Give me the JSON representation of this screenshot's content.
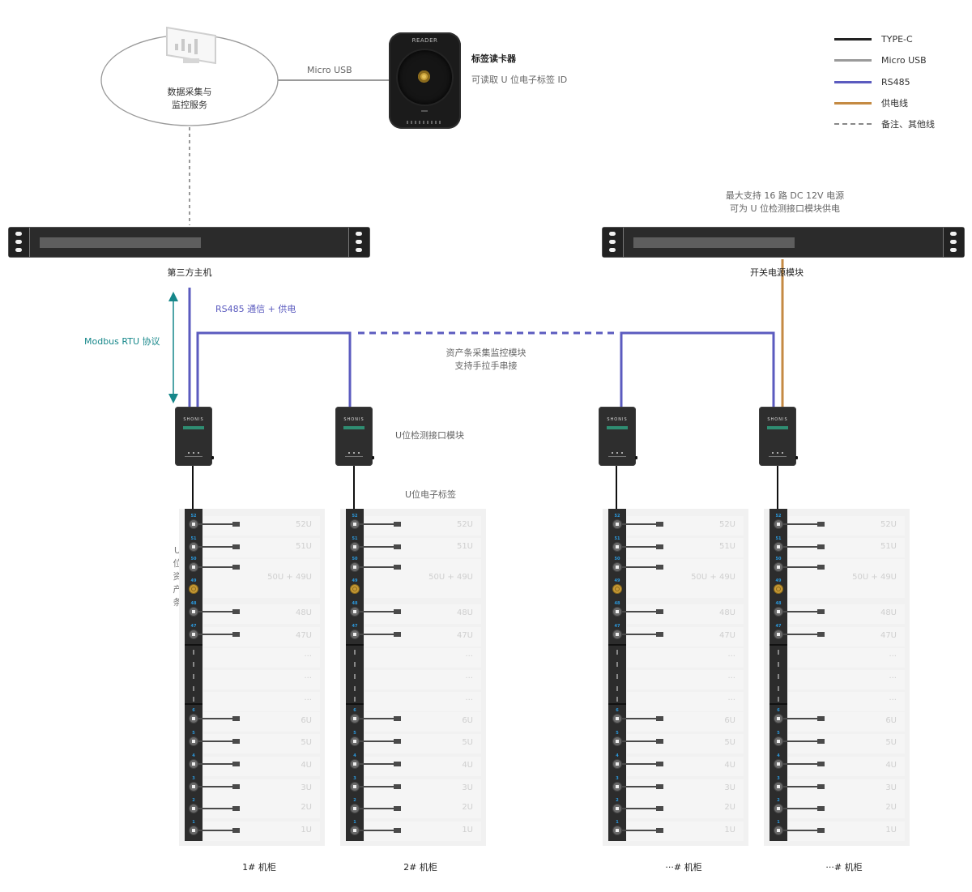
{
  "legend": [
    {
      "label": "TYPE-C",
      "color": "#222222",
      "style": "solid"
    },
    {
      "label": "Micro USB",
      "color": "#9a9a9a",
      "style": "solid"
    },
    {
      "label": "RS485",
      "color": "#5b5bbf",
      "style": "solid"
    },
    {
      "label": "供电线",
      "color": "#c48a43",
      "style": "solid"
    },
    {
      "label": "备注、其他线",
      "color": "#888888",
      "style": "dotted"
    }
  ],
  "service": {
    "icon": "monitor-chart-icon",
    "line1": "数据采集与",
    "line2": "监控服务"
  },
  "link_micro_usb": "Micro USB",
  "reader": {
    "device_label": "READER",
    "title": "标签读卡器",
    "desc": "可读取 U 位电子标签 ID"
  },
  "host": {
    "label": "第三方主机"
  },
  "power": {
    "label": "开关电源模块",
    "note1": "最大支持 16 路 DC 12V 电源",
    "note2": "可为 U 位检测接口模块供电"
  },
  "modbus_label": "Modbus  RTU 协议",
  "rs485_label": "RS485 通信 + 供电",
  "collector": {
    "line1": "资产条采集监控模块",
    "line2": "支持手拉手串接"
  },
  "module": {
    "brand": "SHONIS",
    "label": "U位检测接口模块"
  },
  "tag_label": "U位电子标签",
  "strip_label": [
    "U",
    "位",
    "资",
    "产",
    "条"
  ],
  "slots": [
    {
      "label": "52U",
      "num": "52",
      "type": "tag"
    },
    {
      "label": "51U",
      "num": "51",
      "type": "tag"
    },
    {
      "label": "50U + 49U",
      "num": "50",
      "num2": "49",
      "type": "double"
    },
    {
      "label": "48U",
      "num": "48",
      "type": "tag"
    },
    {
      "label": "47U",
      "num": "47",
      "type": "tag"
    },
    {
      "label": "···",
      "type": "gap"
    },
    {
      "label": "···",
      "type": "gap"
    },
    {
      "label": "···",
      "type": "gap"
    },
    {
      "label": "6U",
      "num": "6",
      "type": "tag"
    },
    {
      "label": "5U",
      "num": "5",
      "type": "tag"
    },
    {
      "label": "4U",
      "num": "4",
      "type": "tag"
    },
    {
      "label": "3U",
      "num": "3",
      "type": "tag"
    },
    {
      "label": "2U",
      "num": "2",
      "type": "tag"
    },
    {
      "label": "1U",
      "num": "1",
      "type": "tag"
    }
  ],
  "cabinets": [
    {
      "label": "1# 机柜"
    },
    {
      "label": "2# 机柜"
    },
    {
      "label": "···# 机柜"
    },
    {
      "label": "···# 机柜"
    }
  ],
  "colors": {
    "rs485": "#5b5bbf",
    "power": "#c48a43",
    "modbus": "#16878a",
    "micro_usb": "#9a9a9a",
    "dotted": "#999999"
  }
}
